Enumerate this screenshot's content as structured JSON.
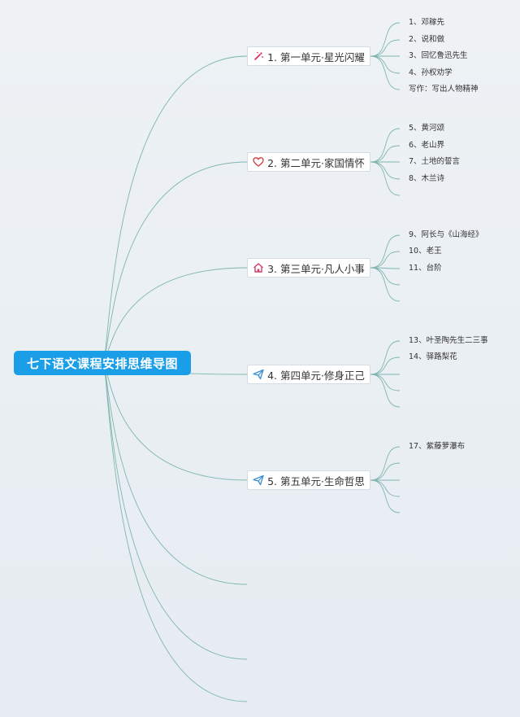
{
  "root": {
    "label": "七下语文课程安排思维导图"
  },
  "colors": {
    "root_bg": "#1a9ee8",
    "link": "#7fb5b0"
  },
  "units": [
    {
      "label": "1. 第一单元·星光闪耀",
      "icon": "sparkle-icon",
      "color": "#e0245e",
      "lessons": [
        "1、邓稼先",
        "2、说和做",
        "3、回忆鲁迅先生",
        "4、孙权劝学",
        "写作：写出人物精神"
      ]
    },
    {
      "label": "2. 第二单元·家国情怀",
      "icon": "heart-icon",
      "color": "#d9363e",
      "lessons": [
        "5、黄河颂",
        "6、老山界",
        "7、土地的誓言",
        "8、木兰诗",
        ""
      ]
    },
    {
      "label": "3. 第三单元·凡人小事",
      "icon": "home-icon",
      "color": "#d63a6b",
      "lessons": [
        "9、阿长与《山海经》",
        "10、老王",
        "11、台阶",
        "",
        ""
      ]
    },
    {
      "label": "4. 第四单元·修身正己",
      "icon": "paper-plane-icon",
      "color": "#3a8fd6",
      "lessons": [
        "13、叶圣陶先生二三事",
        "14、驿路梨花",
        "",
        "",
        ""
      ]
    },
    {
      "label": "5. 第五单元·生命哲思",
      "icon": "paper-plane-icon",
      "color": "#3a8fd6",
      "lessons": [
        "17、紫藤萝瀑布",
        "",
        "",
        "",
        ""
      ]
    }
  ]
}
